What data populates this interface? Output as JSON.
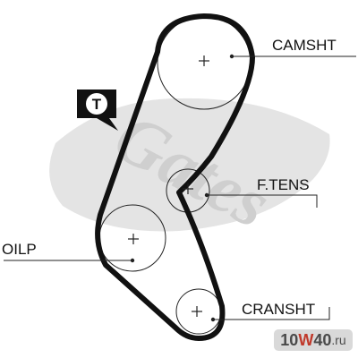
{
  "colors": {
    "belt": "#111111",
    "watermark": "#d2d2d2",
    "badge_bg": "#d9d9d9",
    "badge_accent": "#c0392b"
  },
  "watermark": {
    "text": "Gates"
  },
  "tensioner_symbol": {
    "letter": "T"
  },
  "labels": {
    "camshaft": "CAMSHT",
    "tensioner": "F.TENS",
    "oil_pump": "OILP",
    "crankshaft": "CRANSHT"
  },
  "badge": {
    "part1": "10",
    "part2": "W",
    "part3": "40",
    "part4": ".ru"
  }
}
